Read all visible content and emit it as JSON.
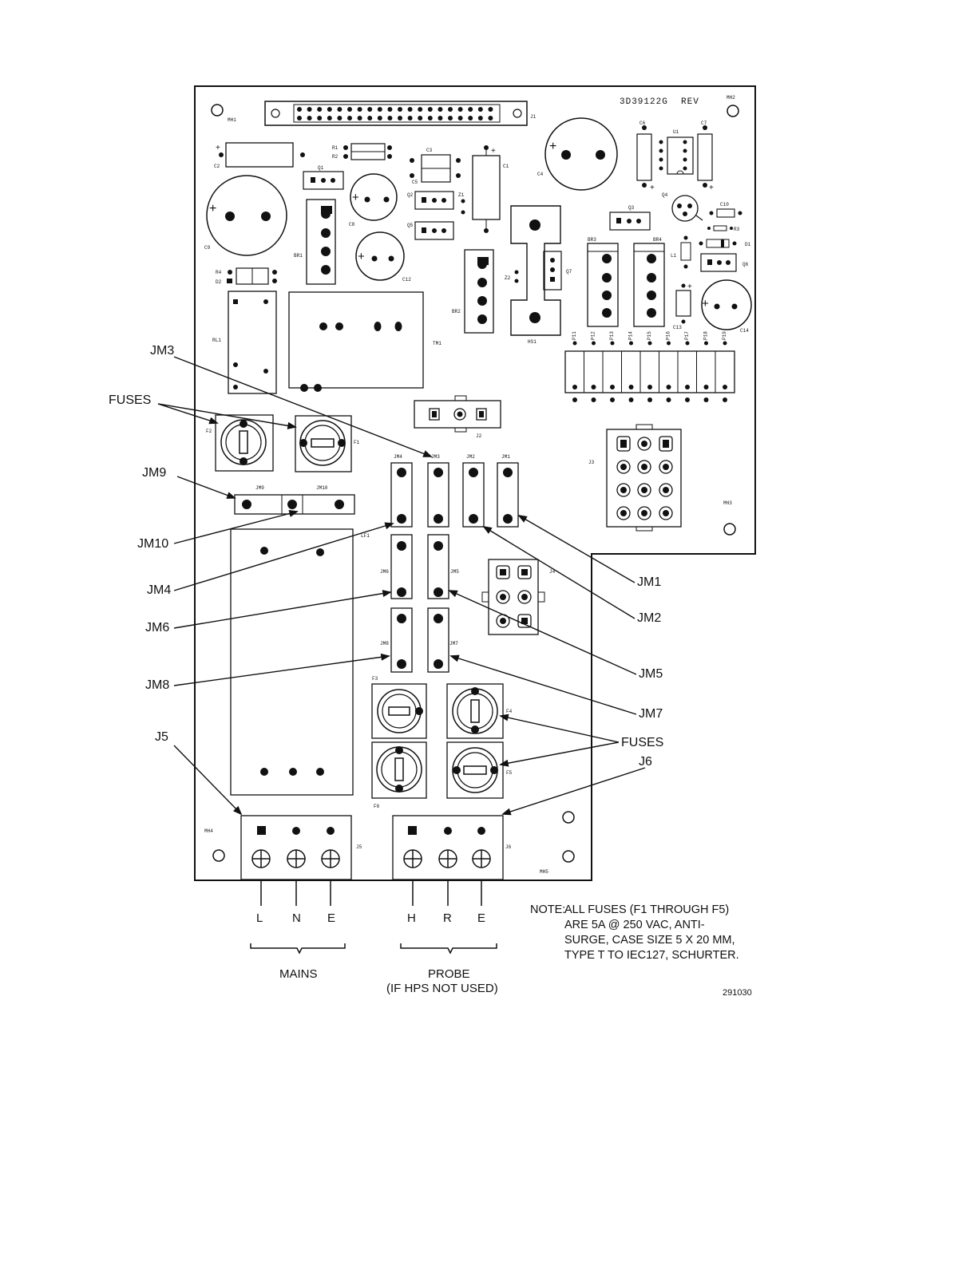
{
  "board": {
    "part_number": "3D39122G",
    "revision_label": "REV"
  },
  "components": {
    "J1": "J1",
    "J2": "J2",
    "J3": "J3",
    "J4": "J4",
    "J5": "J5",
    "J6": "J6",
    "MH1": "MH1",
    "MH2": "MH2",
    "MH3": "MH3",
    "MH4": "MH4",
    "MH5": "MH5",
    "C2": "C2",
    "C9": "C9",
    "C8": "C8",
    "C12": "C12",
    "C1": "C1",
    "C3": "C3",
    "C5": "C5",
    "C4": "C4",
    "C6": "C6",
    "C7": "C7",
    "C10": "C10",
    "C13": "C13",
    "C14": "C14",
    "U1": "U1",
    "Q1": "Q1",
    "Q2": "Q2",
    "Q3": "Q3",
    "Q4": "Q4",
    "Q5": "Q5",
    "Q6": "Q6",
    "Q7": "Q7",
    "R1": "R1",
    "R2": "R2",
    "R3": "R3",
    "R4": "R4",
    "D1": "D1",
    "D2": "D2",
    "BR1": "BR1",
    "BR2": "BR2",
    "BR3": "BR3",
    "BR4": "BR4",
    "RL1": "RL1",
    "TM1": "TM1",
    "HS1": "HS1",
    "Z1": "Z1",
    "Z2": "Z2",
    "L1": "L1",
    "LF1": "LF1",
    "F1": "F1",
    "F2": "F2",
    "F3": "F3",
    "F4": "F4",
    "F5": "F5",
    "F6": "F6",
    "JM1": "JM1",
    "JM2": "JM2",
    "JM3": "JM3",
    "JM4": "JM4",
    "JM5": "JM5",
    "JM6": "JM6",
    "JM7": "JM7",
    "JM8": "JM8",
    "JM9": "JM9",
    "JM10": "JM10",
    "P_labels": [
      "P11",
      "P12",
      "P13",
      "P14",
      "P15",
      "P16",
      "P17",
      "P18",
      "P19"
    ]
  },
  "callouts": {
    "jm3": "JM3",
    "fuses_left": "FUSES",
    "jm9": "JM9",
    "jm10": "JM10",
    "jm4": "JM4",
    "jm6": "JM6",
    "jm8": "JM8",
    "j5": "J5",
    "jm1": "JM1",
    "jm2": "JM2",
    "jm5": "JM5",
    "jm7": "JM7",
    "fuses_right": "FUSES",
    "j6": "J6"
  },
  "terminals": {
    "mains": [
      "L",
      "N",
      "E"
    ],
    "probe": [
      "H",
      "R",
      "E"
    ]
  },
  "groups": {
    "mains": "MAINS",
    "probe_line1": "PROBE",
    "probe_line2": "(IF  HPS  NOT  USED)"
  },
  "note": {
    "label": "NOTE:",
    "lines": [
      "ALL FUSES (F1 THROUGH F5)",
      "ARE 5A @ 250 VAC, ANTI-",
      "SURGE, CASE SIZE 5 X 20 MM,",
      "TYPE T TO IEC127, SCHURTER."
    ]
  },
  "figure_number": "291030"
}
